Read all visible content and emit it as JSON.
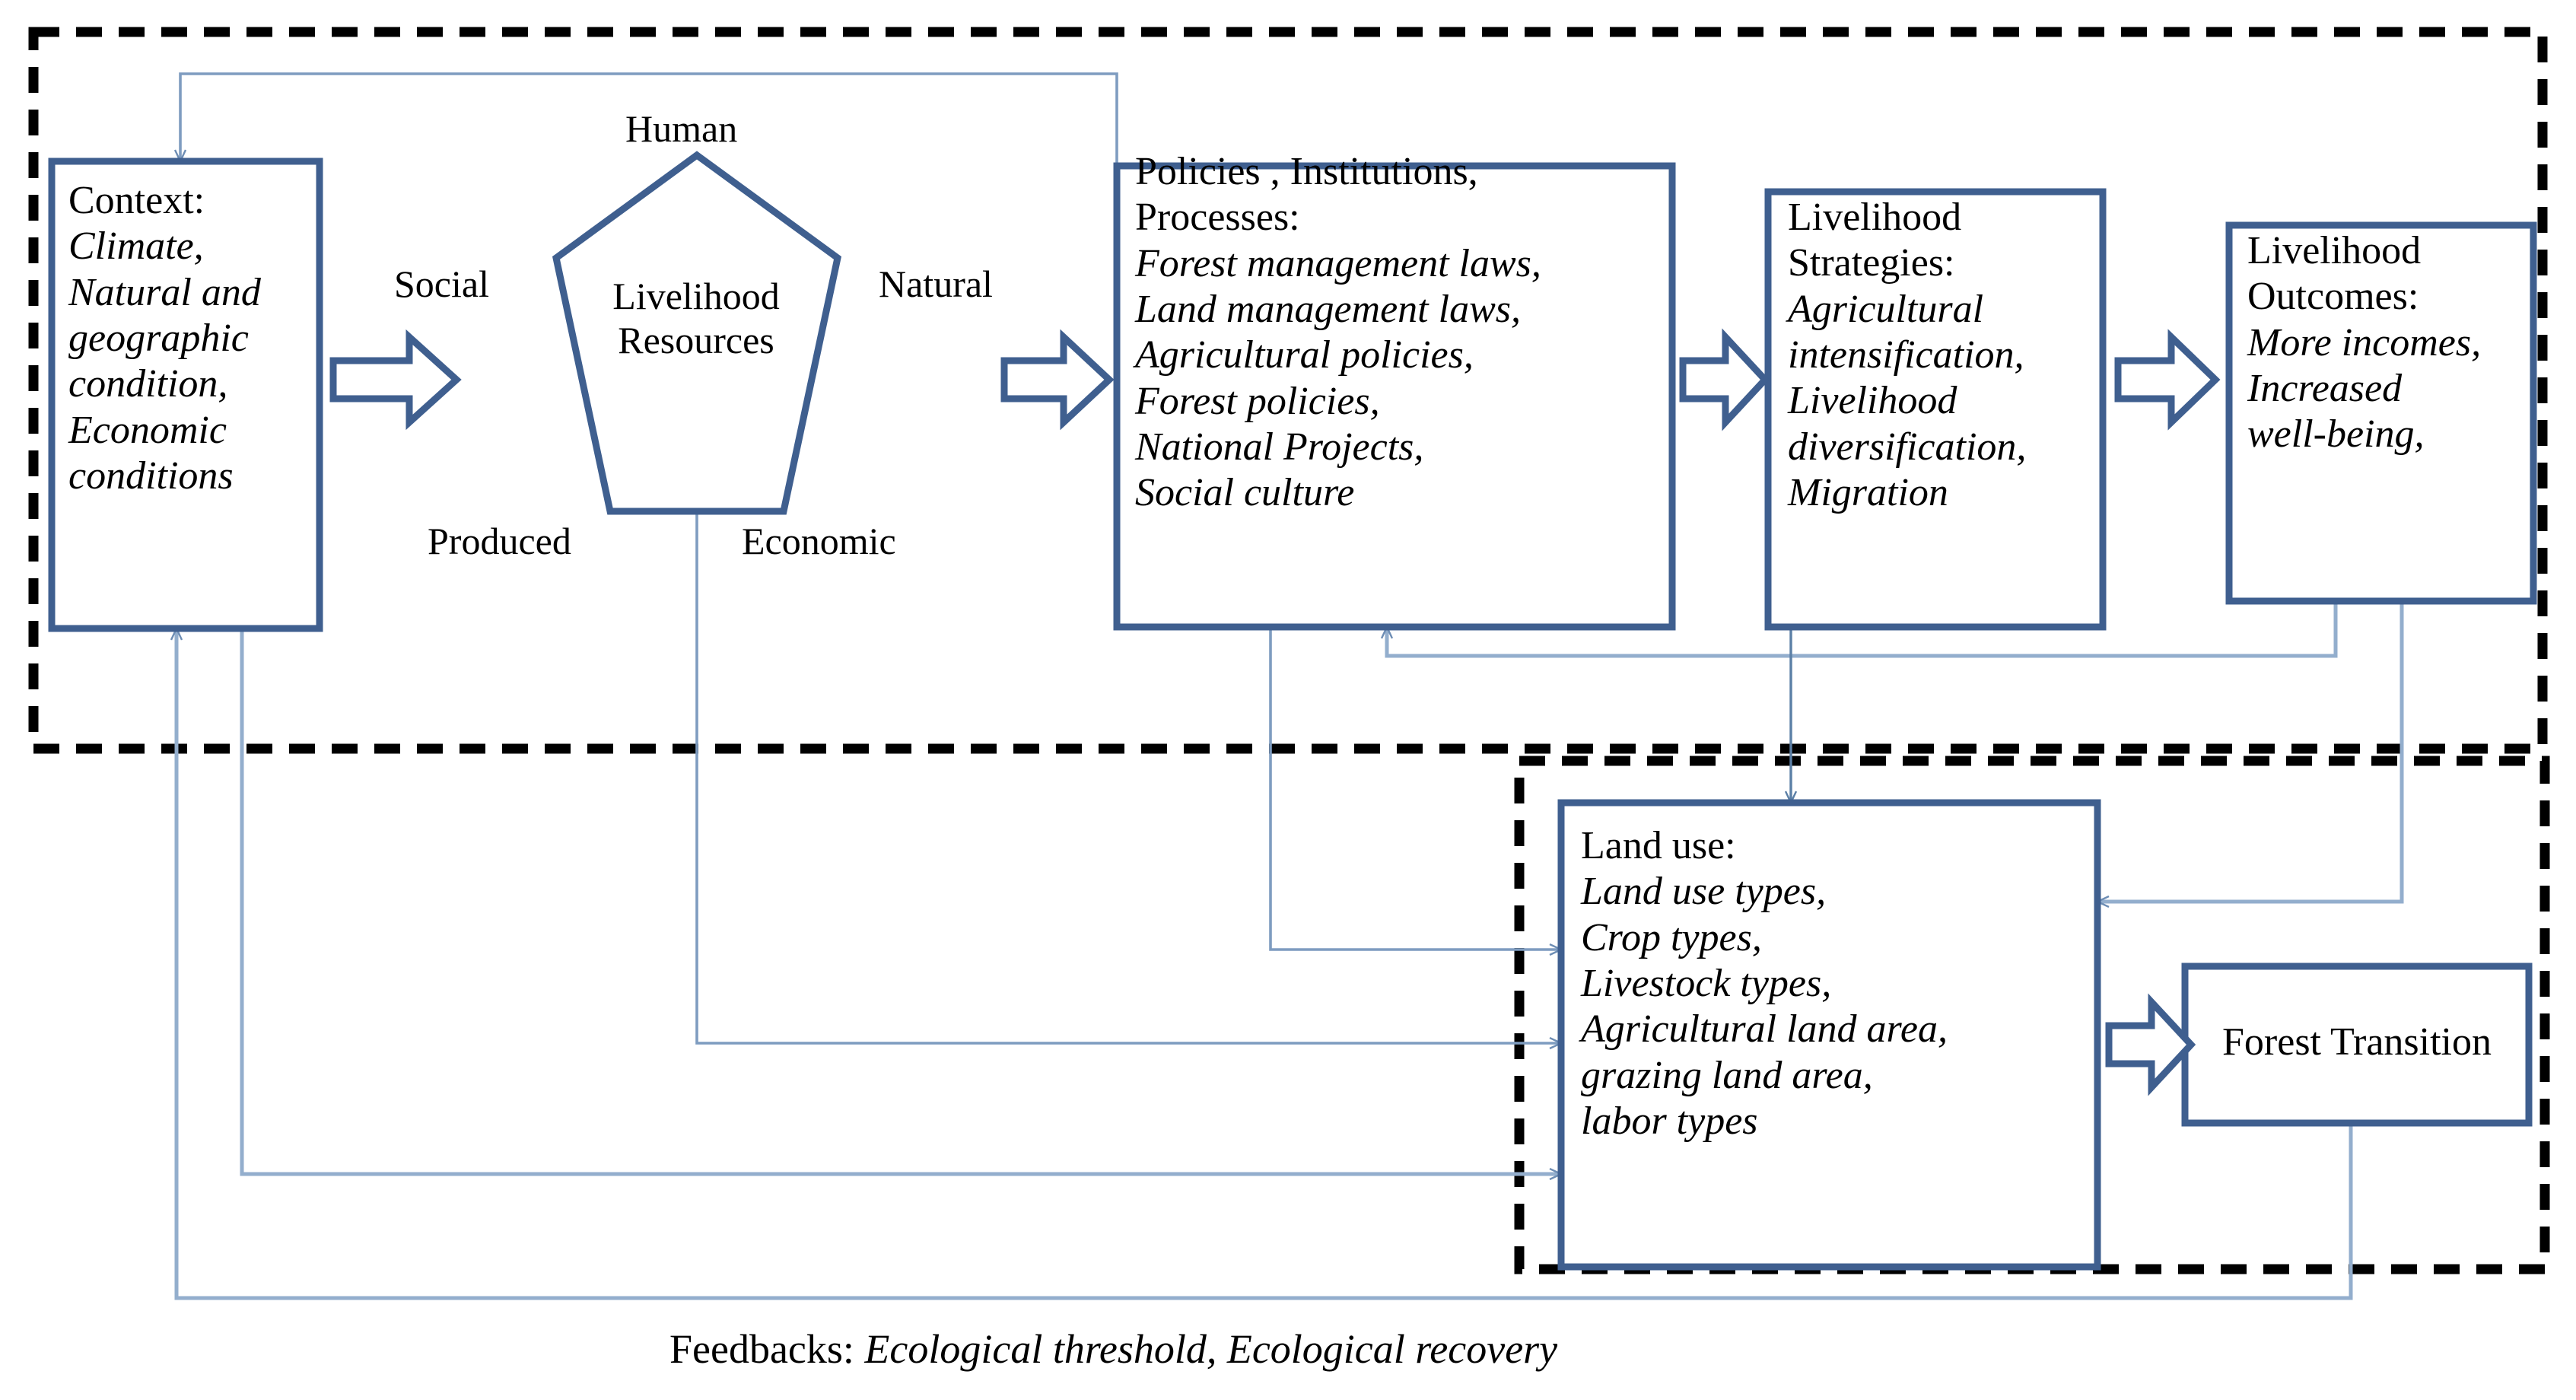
{
  "theme": {
    "box_border": "#3f5f8f",
    "box_fill": "#ffffff",
    "connector": "#8fa9c9",
    "connector_dark": "#5b7fa6",
    "dashed_frame": "#000000",
    "text": "#000000"
  },
  "boxes": {
    "context": {
      "title": "Context:",
      "items": [
        "Climate,",
        "Natural and",
        "geographic",
        "condition,",
        "Economic",
        "conditions"
      ]
    },
    "policies": {
      "title_lines": [
        "Policies , Institutions,",
        "Processes:"
      ],
      "items": [
        "Forest management laws,",
        "Land management laws,",
        "Agricultural policies,",
        "Forest policies,",
        "National Projects,",
        "Social culture"
      ]
    },
    "strategies": {
      "title_lines": [
        "Livelihood",
        "Strategies:"
      ],
      "items": [
        "Agricultural",
        "intensification,",
        "Livelihood",
        "diversification,",
        "Migration"
      ]
    },
    "outcomes": {
      "title_lines": [
        "Livelihood",
        "Outcomes:"
      ],
      "items": [
        "More incomes,",
        "Increased",
        "well-being,"
      ]
    },
    "landuse": {
      "title": "Land use:",
      "items": [
        "Land use types,",
        "Crop types,",
        "Livestock types,",
        "Agricultural land area,",
        "grazing land area,",
        "labor types"
      ]
    },
    "forest_transition": {
      "title": "Forest Transition"
    }
  },
  "pentagon": {
    "center_lines": [
      "Livelihood",
      "Resources"
    ],
    "vertices": [
      {
        "key": "human",
        "label": "Human"
      },
      {
        "key": "natural",
        "label": "Natural"
      },
      {
        "key": "economic",
        "label": "Economic"
      },
      {
        "key": "produced",
        "label": "Produced"
      },
      {
        "key": "social",
        "label": "Social"
      }
    ]
  },
  "caption": {
    "prefix": "Feedbacks: ",
    "items": "Ecological threshold, Ecological recovery"
  },
  "frames": {
    "upper_label": "livelihood-system-frame",
    "lower_label": "land-use-frame"
  }
}
